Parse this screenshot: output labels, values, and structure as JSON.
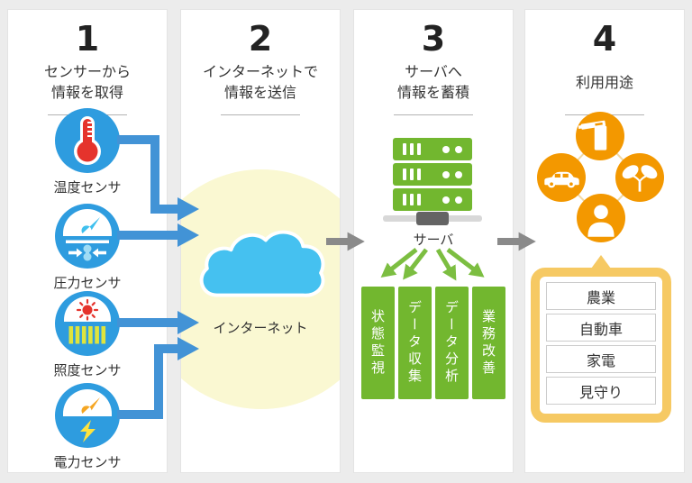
{
  "steps": [
    {
      "number": "1",
      "title": [
        "センサーから",
        "情報を取得"
      ]
    },
    {
      "number": "2",
      "title": [
        "インターネットで",
        "情報を送信"
      ]
    },
    {
      "number": "3",
      "title": [
        "サーバへ",
        "情報を蓄積"
      ]
    },
    {
      "number": "4",
      "title": [
        "利用用途"
      ]
    }
  ],
  "sensors": [
    {
      "label": "温度センサ",
      "icon": "thermometer-icon"
    },
    {
      "label": "圧力センサ",
      "icon": "pressure-gauge-icon"
    },
    {
      "label": "照度センサ",
      "icon": "illuminance-sensor-icon"
    },
    {
      "label": "電力センサ",
      "icon": "power-meter-icon"
    }
  ],
  "internet": {
    "label": "インターネット",
    "icon": "cloud-icon"
  },
  "server": {
    "label": "サーバ",
    "icon": "server-rack-icon",
    "functions": [
      "状態監視",
      "データ収集",
      "データ分析",
      "業務改善"
    ]
  },
  "usage": {
    "icons": [
      "washing-machine-icon",
      "car-icon",
      "sprout-icon",
      "person-icon"
    ],
    "items": [
      "農業",
      "自動車",
      "家電",
      "見守り"
    ]
  },
  "colors": {
    "sensor_blue": "#2E9CDF",
    "connector_blue": "#4293D6",
    "thermometer_red": "#E5332C",
    "needle_cyan": "#3FC0EE",
    "pinch_cyan": "#9FDCF5",
    "bars_yellowgreen": "#DFE43C",
    "needle_orange": "#F5A623",
    "bolt_yellow": "#FFE33E",
    "cloud_blue": "#45C1F0",
    "halo_yellow": "#FAF8D2",
    "green": "#72B72F",
    "arrow_green": "#7CBE41",
    "arrow_gray": "#8A8A8A",
    "orange": "#F39800",
    "bubble_yellow": "#F6C963"
  }
}
